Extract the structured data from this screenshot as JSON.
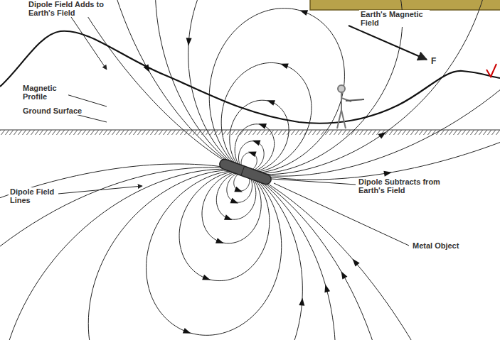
{
  "diagram": {
    "labels": [
      "Dipole Field Adds to Earth's Field",
      "Earth's Magnetic Field",
      "F",
      "Magnetic Profile",
      "Ground Surface",
      "Dipole Field Lines",
      "Dipole Subtracts from Earth's Field",
      "Metal Object"
    ]
  }
}
